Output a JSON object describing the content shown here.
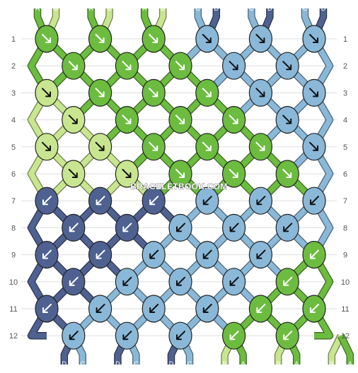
{
  "watermark": "BRACELETBOOK.COM",
  "colors": {
    "A": "#6cbc3f",
    "B": "#c8e68f",
    "C": "#8ab8d8",
    "D": "#4e6190"
  },
  "strands_top": [
    "A",
    "B",
    "A",
    "B",
    "A",
    "B",
    "C",
    "D",
    "C",
    "D",
    "C",
    "D"
  ],
  "strands_bottom": [
    "D",
    "C",
    "D",
    "C",
    "D",
    "C",
    "B",
    "A",
    "B",
    "A",
    "B",
    "A"
  ],
  "row_numbers": [
    "1",
    "2",
    "3",
    "4",
    "5",
    "6",
    "7",
    "8",
    "9",
    "10",
    "11",
    "12"
  ],
  "knots": [
    [
      {
        "c": "A",
        "d": "rr"
      },
      {
        "c": "A",
        "d": "rr"
      },
      {
        "c": "A",
        "d": "rr"
      },
      {
        "c": "C",
        "d": "rr"
      },
      {
        "c": "C",
        "d": "rr"
      },
      {
        "c": "C",
        "d": "rr"
      }
    ],
    [
      {
        "c": "A",
        "d": "rr"
      },
      {
        "c": "A",
        "d": "rr"
      },
      {
        "c": "A",
        "d": "rr"
      },
      {
        "c": "C",
        "d": "rr"
      },
      {
        "c": "C",
        "d": "rr"
      }
    ],
    [
      {
        "c": "B",
        "d": "rr"
      },
      {
        "c": "A",
        "d": "rr"
      },
      {
        "c": "A",
        "d": "rr"
      },
      {
        "c": "A",
        "d": "rr"
      },
      {
        "c": "C",
        "d": "rr"
      },
      {
        "c": "C",
        "d": "rr"
      }
    ],
    [
      {
        "c": "B",
        "d": "rr"
      },
      {
        "c": "A",
        "d": "rr"
      },
      {
        "c": "A",
        "d": "rr"
      },
      {
        "c": "A",
        "d": "rr"
      },
      {
        "c": "C",
        "d": "rr"
      }
    ],
    [
      {
        "c": "B",
        "d": "rr"
      },
      {
        "c": "B",
        "d": "rr"
      },
      {
        "c": "A",
        "d": "rr"
      },
      {
        "c": "A",
        "d": "rr"
      },
      {
        "c": "A",
        "d": "rr"
      },
      {
        "c": "C",
        "d": "rr"
      }
    ],
    [
      {
        "c": "B",
        "d": "rr"
      },
      {
        "c": "B",
        "d": "rr"
      },
      {
        "c": "A",
        "d": "rr"
      },
      {
        "c": "A",
        "d": "rr"
      },
      {
        "c": "A",
        "d": "rr"
      }
    ],
    [
      {
        "c": "D",
        "d": "ll"
      },
      {
        "c": "D",
        "d": "ll"
      },
      {
        "c": "D",
        "d": "ll"
      },
      {
        "c": "C",
        "d": "ll"
      },
      {
        "c": "C",
        "d": "ll"
      },
      {
        "c": "C",
        "d": "ll"
      }
    ],
    [
      {
        "c": "D",
        "d": "ll"
      },
      {
        "c": "D",
        "d": "ll"
      },
      {
        "c": "C",
        "d": "ll"
      },
      {
        "c": "C",
        "d": "ll"
      },
      {
        "c": "C",
        "d": "ll"
      }
    ],
    [
      {
        "c": "D",
        "d": "ll"
      },
      {
        "c": "D",
        "d": "ll"
      },
      {
        "c": "C",
        "d": "ll"
      },
      {
        "c": "C",
        "d": "ll"
      },
      {
        "c": "C",
        "d": "ll"
      },
      {
        "c": "A",
        "d": "ll"
      }
    ],
    [
      {
        "c": "D",
        "d": "ll"
      },
      {
        "c": "C",
        "d": "ll"
      },
      {
        "c": "C",
        "d": "ll"
      },
      {
        "c": "C",
        "d": "ll"
      },
      {
        "c": "A",
        "d": "ll"
      }
    ],
    [
      {
        "c": "D",
        "d": "ll"
      },
      {
        "c": "C",
        "d": "ll"
      },
      {
        "c": "C",
        "d": "ll"
      },
      {
        "c": "C",
        "d": "ll"
      },
      {
        "c": "A",
        "d": "ll"
      },
      {
        "c": "A",
        "d": "ll"
      }
    ],
    [
      {
        "c": "C",
        "d": "ll"
      },
      {
        "c": "C",
        "d": "ll"
      },
      {
        "c": "C",
        "d": "ll"
      },
      {
        "c": "A",
        "d": "ll"
      },
      {
        "c": "A",
        "d": "ll"
      }
    ]
  ]
}
